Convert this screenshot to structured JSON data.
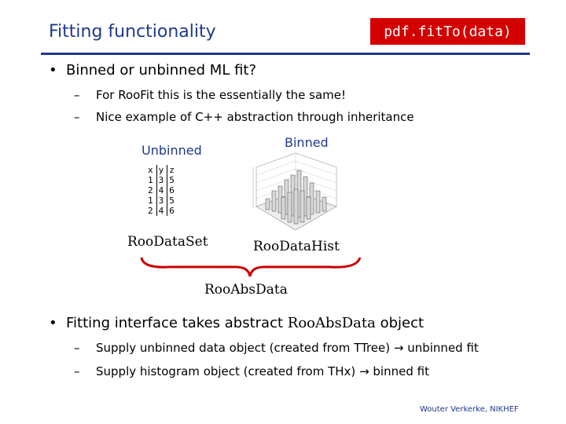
{
  "slide": {
    "title": "Fitting functionality",
    "code_label": "pdf.fitTo(data)",
    "bullets": [
      {
        "text": "Binned or unbinned ML fit?",
        "sub": [
          "For RooFit this is the essentially the same!",
          "Nice example of C++ abstraction through inheritance"
        ]
      },
      {
        "text_prefix": "Fitting interface takes abstract ",
        "text_code": "RooAbsData",
        "text_suffix": " object",
        "sub": [
          {
            "before": "Supply unbinned data object (created from TTree) ",
            "after": " unbinned fit"
          },
          {
            "before": "Supply histogram object (created from THx) ",
            "after": " binned fit"
          }
        ]
      }
    ],
    "footer": "Wouter Verkerke, NIKHEF"
  },
  "diagram": {
    "unbinned_label": "Unbinned",
    "binned_label": "Binned",
    "table": {
      "headers": [
        "x",
        "y",
        "z"
      ],
      "rows": [
        [
          "1",
          "3",
          "5"
        ],
        [
          "2",
          "4",
          "6"
        ],
        [
          "1",
          "3",
          "5"
        ],
        [
          "2",
          "4",
          "6"
        ]
      ]
    },
    "class_dataset": "RooDataSet",
    "class_datahist": "RooDataHist",
    "class_absdata": "RooAbsData",
    "brace_color": "#cc0000",
    "arrow_symbol": "→"
  },
  "colors": {
    "title": "#1f3a8a",
    "code_box": "#d40000",
    "rule": "#1f3a8a"
  }
}
